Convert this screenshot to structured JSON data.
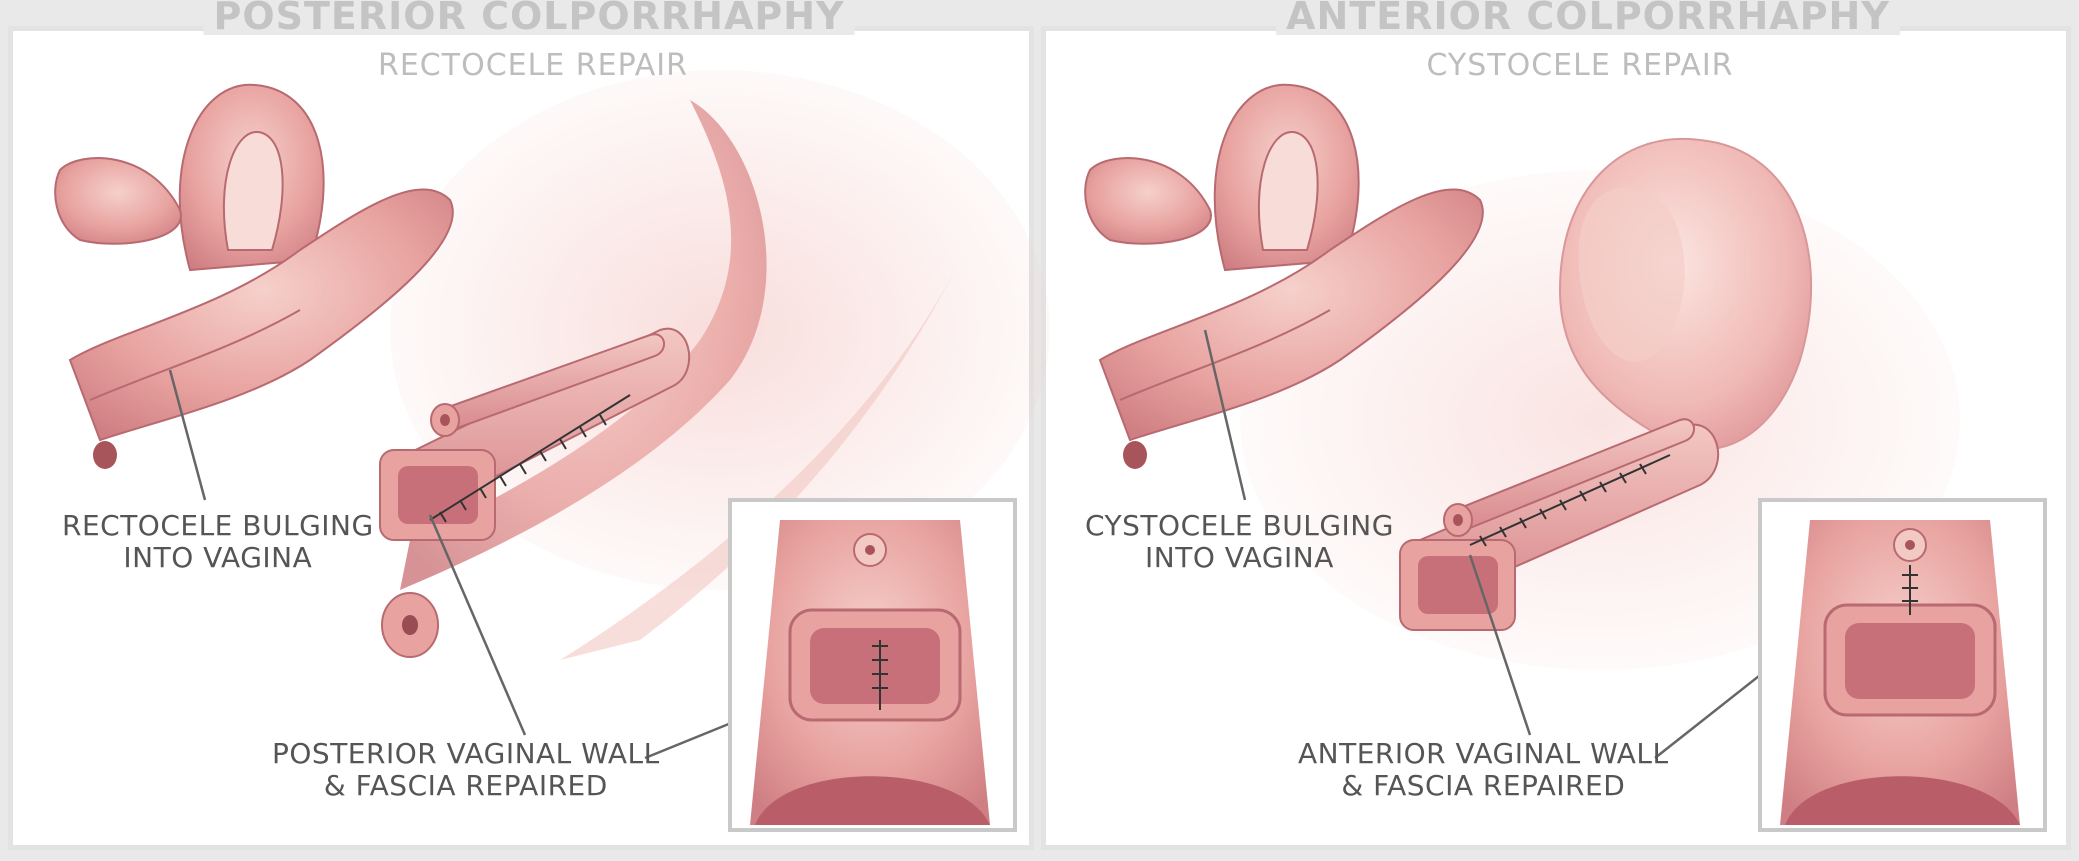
{
  "left": {
    "title": "POSTERIOR COLPORRHAPHY",
    "subtitle": "RECTOCELE REPAIR",
    "label_bulge": [
      "RECTOCELE BULGING",
      "INTO VAGINA"
    ],
    "label_repair": [
      "POSTERIOR VAGINAL WALL",
      "& FASCIA REPAIRED"
    ]
  },
  "right": {
    "title": "ANTERIOR COLPORRHAPHY",
    "subtitle": "CYSTOCELE REPAIR",
    "label_bulge": [
      "CYSTOCELE BULGING",
      "INTO VAGINA"
    ],
    "label_repair": [
      "ANTERIOR VAGINAL WALL",
      "& FASCIA REPAIRED"
    ]
  },
  "colors": {
    "tissue": "#e8a3a0",
    "tissue_dark": "#c9727a",
    "tissue_light": "#f3c9c4",
    "border": "#c9c9c9",
    "text": "#555555",
    "title": "#c4c4c4"
  }
}
